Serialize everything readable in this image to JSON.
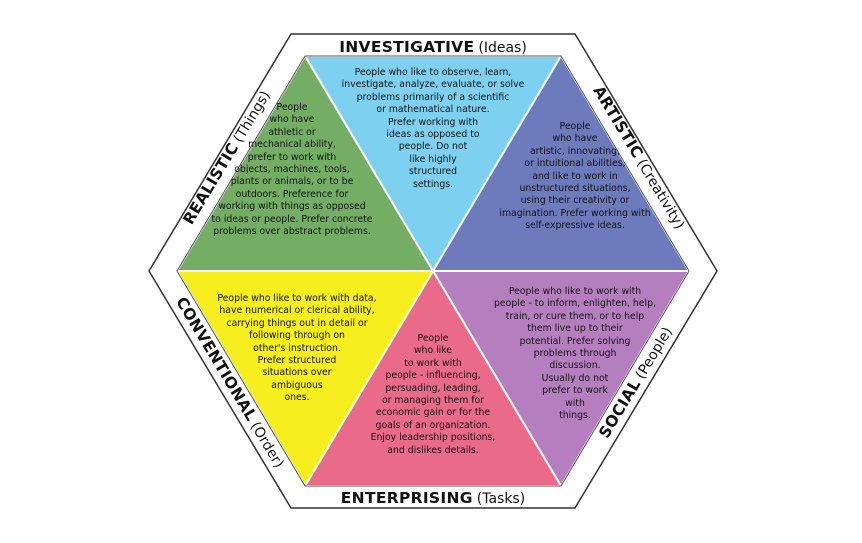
{
  "types": [
    {
      "id": "investigative",
      "name": "INVESTIGATIVE",
      "theme": "(Ideas)",
      "color": "#7dd0ef",
      "description": "People who like to observe, learn,\ninvestigate, analyze, evaluate, or solve\nproblems primarily of a scientific\nor mathematical nature.\nPrefer working with\nideas as opposed to\npeople. Do not\nlike highly\nstructured\nsettings."
    },
    {
      "id": "artistic",
      "name": "ARTISTIC",
      "theme": "(Creativity)",
      "color": "#6d7bbd",
      "description": "People\nwho have\nartistic, innovating,\nor intuitional abilities,\nand like to work in\nunstructured situations,\nusing their creativity or\nimagination. Prefer working with\nself-expressive ideas."
    },
    {
      "id": "social",
      "name": "SOCIAL",
      "theme": "(People)",
      "color": "#b57fbf",
      "description": "People who like to work with\npeople - to inform, enlighten, help,\ntrain, or cure them, or to help\nthem live up to their\npotential. Prefer solving\nproblems through\ndiscussion.\nUsually do not\nprefer to work\nwith\nthings."
    },
    {
      "id": "enterprising",
      "name": "ENTERPRISING",
      "theme": "(Tasks)",
      "color": "#ea6a8a",
      "description": "People\nwho like\nto work with\npeople - influencing,\npersuading, leading,\nor managing them for\neconomic gain or for the\ngoals of an organization.\nEnjoy leadership positions,\nand dislikes details."
    },
    {
      "id": "conventional",
      "name": "CONVENTIONAL",
      "theme": "(Order)",
      "color": "#f6ee1e",
      "description": "People who like to work with data,\nhave numerical or clerical ability,\ncarrying things out in detail or\nfollowing through on\nother's instruction.\nPrefer structured\nsituations over\nambiguous\nones."
    },
    {
      "id": "realistic",
      "name": "REALISTIC",
      "theme": "(Things)",
      "color": "#73ae64",
      "description": "People\nwho have\nathletic or\nmechanical ability,\nprefer to work with\nobjects, machines, tools,\nplants or animals, or to be\noutdoors. Preference for\nworking with things as opposed\nto ideas or people. Prefer concrete\nproblems over abstract problems."
    }
  ]
}
